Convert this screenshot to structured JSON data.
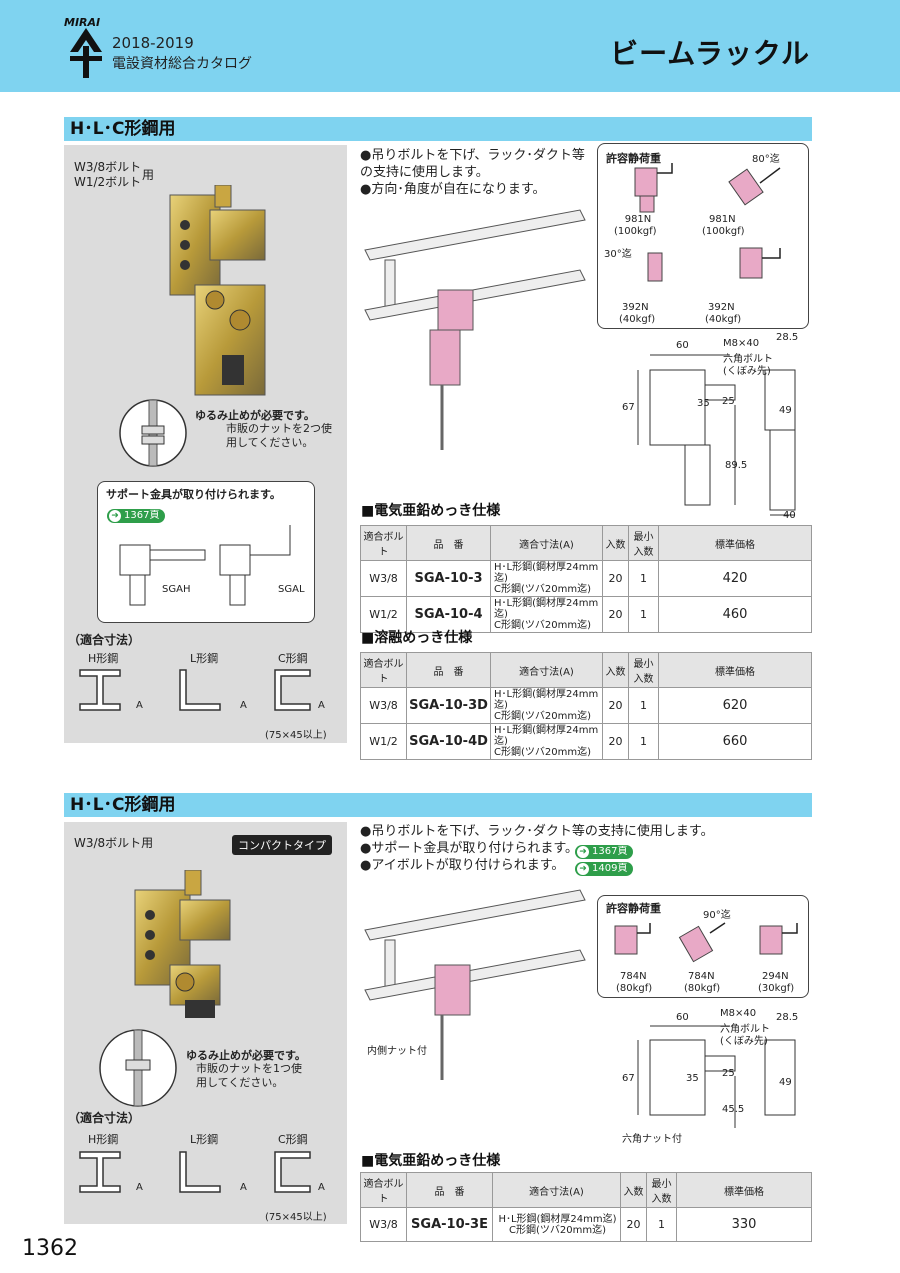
{
  "header": {
    "year": "2018-2019",
    "catalog": "電設資材総合カタログ",
    "title": "ビームラックル",
    "logo_text": "MIRAI"
  },
  "sections": [
    {
      "title": "H･L･C形鋼用",
      "bolt_label_1": "W3/8ボルト",
      "bolt_label_2": "W1/2ボルト",
      "bolt_suffix": "用",
      "loosen_title": "ゆるみ止めが必要です。",
      "loosen_note": "市販のナットを2つ使用してください。",
      "support_title": "サポート金具が取り付けられます。",
      "support_ref": "1367頁",
      "sgah": "SGAH",
      "sgal": "SGAL",
      "fit_title": "（適合寸法）",
      "h_steel": "H形鋼",
      "l_steel": "L形鋼",
      "c_steel": "C形鋼",
      "a_label": "A",
      "c_note": "(75×45以上)",
      "bullets": [
        "●吊りボルトを下げ、ラック･ダクト等の支持に使用します。",
        "●方向･角度が自在になります。"
      ],
      "load": {
        "title": "許容静荷重",
        "angle1": "80°迄",
        "angle2": "30°迄",
        "v1": "981N",
        "v1k": "(100kgf)",
        "v2": "981N",
        "v2k": "(100kgf)",
        "v3": "392N",
        "v3k": "(40kgf)",
        "v4": "392N",
        "v4k": "(40kgf)"
      },
      "dims": {
        "bolt": "M8×40",
        "bolt_type": "六角ボルト",
        "bolt_tip": "(くぼみ先)",
        "d60": "60",
        "d28": "28.5",
        "d67": "67",
        "d35": "35",
        "d25": "25",
        "d49": "49",
        "d89": "89.5",
        "d40": "40"
      },
      "tables": [
        {
          "title": "■電気亜鉛めっき仕様",
          "headers": [
            "適合ボルト",
            "品　番",
            "適合寸法(A)",
            "入数",
            "最小入数",
            "標準価格"
          ],
          "rows": [
            [
              "W3/8",
              "SGA-10-3",
              "H･L形鋼(鋼材厚24mm迄)",
              "C形鋼(ツバ20mm迄)",
              "20",
              "1",
              "420"
            ],
            [
              "W1/2",
              "SGA-10-4",
              "H･L形鋼(鋼材厚24mm迄)",
              "C形鋼(ツバ20mm迄)",
              "20",
              "1",
              "460"
            ]
          ]
        },
        {
          "title": "■溶融めっき仕様",
          "headers": [
            "適合ボルト",
            "品　番",
            "適合寸法(A)",
            "入数",
            "最小入数",
            "標準価格"
          ],
          "rows": [
            [
              "W3/8",
              "SGA-10-3D",
              "H･L形鋼(鋼材厚24mm迄)",
              "C形鋼(ツバ20mm迄)",
              "20",
              "1",
              "620"
            ],
            [
              "W1/2",
              "SGA-10-4D",
              "H･L形鋼(鋼材厚24mm迄)",
              "C形鋼(ツバ20mm迄)",
              "20",
              "1",
              "660"
            ]
          ]
        }
      ]
    },
    {
      "title": "H･L･C形鋼用",
      "bolt_label": "W3/8ボルト用",
      "compact": "コンパクトタイプ",
      "loosen_title": "ゆるみ止めが必要です。",
      "loosen_note": "市販のナットを1つ使用してください。",
      "fit_title": "（適合寸法）",
      "h_steel": "H形鋼",
      "l_steel": "L形鋼",
      "c_steel": "C形鋼",
      "a_label": "A",
      "c_note": "(75×45以上)",
      "bullets": [
        "●吊りボルトを下げ、ラック･ダクト等の支持に使用します。",
        "●サポート金具が取り付けられます。",
        "●アイボルトが取り付けられます。"
      ],
      "ref1": "1367頁",
      "ref2": "1409頁",
      "inner_nut": "内側ナット付",
      "hex_nut": "六角ナット付",
      "load": {
        "title": "許容静荷重",
        "angle1": "90°迄",
        "v1": "784N",
        "v1k": "(80kgf)",
        "v2": "784N",
        "v2k": "(80kgf)",
        "v3": "294N",
        "v3k": "(30kgf)"
      },
      "dims": {
        "bolt": "M8×40",
        "bolt_type": "六角ボルト",
        "bolt_tip": "(くぼみ先)",
        "d60": "60",
        "d28": "28.5",
        "d67": "67",
        "d35": "35",
        "d25": "25",
        "d49": "49",
        "d45": "45.5"
      },
      "table": {
        "title": "■電気亜鉛めっき仕様",
        "headers": [
          "適合ボルト",
          "品　番",
          "適合寸法(A)",
          "入数",
          "最小入数",
          "標準価格"
        ],
        "rows": [
          [
            "W3/8",
            "SGA-10-3E",
            "H･L形鋼(鋼材厚24mm迄)",
            "C形鋼(ツバ20mm迄)",
            "20",
            "1",
            "330"
          ]
        ]
      }
    }
  ],
  "page_number": "1362"
}
